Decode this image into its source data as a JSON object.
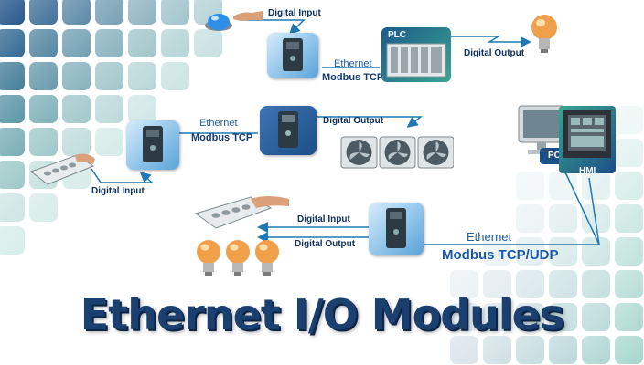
{
  "title": "Ethernet I/O Modules",
  "labels": {
    "digital_input_top": "Digital Input",
    "plc": "PLC",
    "ethernet_top": "Ethernet",
    "modbus_tcp_top": "Modbus TCP",
    "digital_output_top": "Digital Output",
    "ethernet_mid": "Ethernet",
    "modbus_tcp_mid": "Modbus TCP",
    "digital_output_mid": "Digital Output",
    "digital_input_mid": "Digital Input",
    "pc": "PC",
    "hmi": "HMI",
    "digital_input_bottom": "Digital Input",
    "digital_output_bottom": "Digital Output",
    "ethernet_bottom": "Ethernet",
    "modbus_tcp_udp": "Modbus TCP/UDP"
  },
  "colors": {
    "line": "#1f78b4",
    "title": "#1b3f6e",
    "label_dark": "#0d2f5a",
    "label_blue": "#1a5aa8",
    "teal": "#3aa58f",
    "navy": "#1c4f86"
  },
  "icons": [
    "ethernet-io-module-icon",
    "plc-icon",
    "light-bulb-icon",
    "push-button-icon",
    "keypad-icon",
    "fan-icon",
    "pc-monitor-icon",
    "hmi-panel-icon",
    "hand-icon"
  ]
}
